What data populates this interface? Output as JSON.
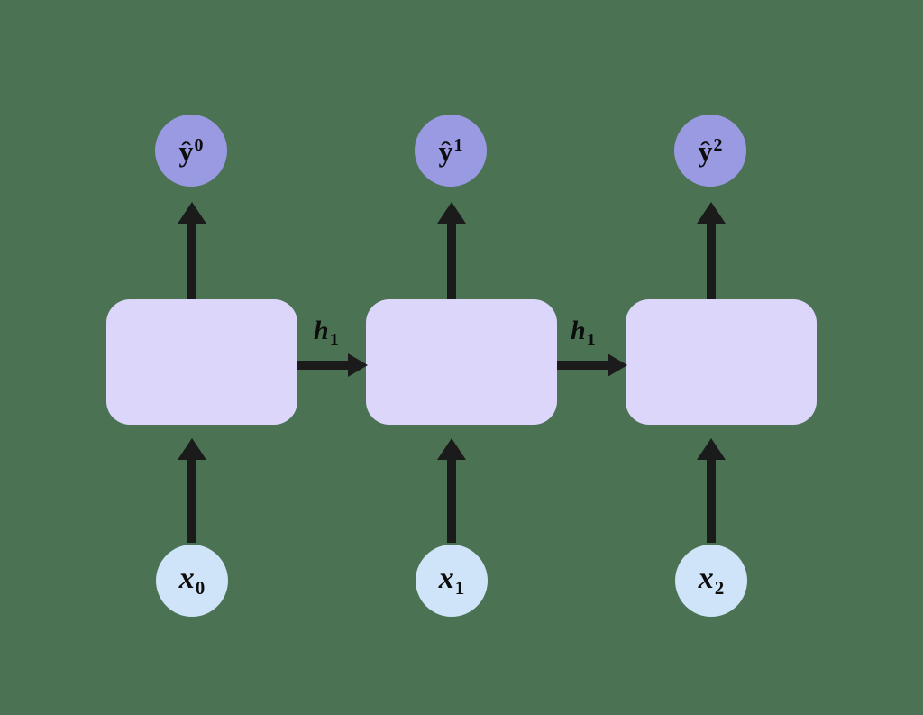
{
  "diagram": {
    "title": "Recurrent neural network unrolled over three time steps",
    "background_color": "#4a7253",
    "colors": {
      "output_node": "#9a9ae2",
      "input_node": "#cfe4f9",
      "cell": "#ddd6fb",
      "arrow": "#1b1b1b",
      "text": "#0d0d0d"
    },
    "outputs": [
      {
        "base": "ŷ",
        "index": "0",
        "name": "y-hat-0"
      },
      {
        "base": "ŷ",
        "index": "1",
        "name": "y-hat-1"
      },
      {
        "base": "ŷ",
        "index": "2",
        "name": "y-hat-2"
      }
    ],
    "cells": [
      {
        "label": "",
        "name": "rnn-cell-0"
      },
      {
        "label": "",
        "name": "rnn-cell-1"
      },
      {
        "label": "",
        "name": "rnn-cell-2"
      }
    ],
    "hidden_states": [
      {
        "base": "h",
        "index": "1",
        "name": "hidden-state-1"
      },
      {
        "base": "h",
        "index": "1",
        "name": "hidden-state-2"
      }
    ],
    "inputs": [
      {
        "base": "x",
        "index": "0",
        "name": "x-0"
      },
      {
        "base": "x",
        "index": "1",
        "name": "x-1"
      },
      {
        "base": "x",
        "index": "2",
        "name": "x-2"
      }
    ]
  }
}
